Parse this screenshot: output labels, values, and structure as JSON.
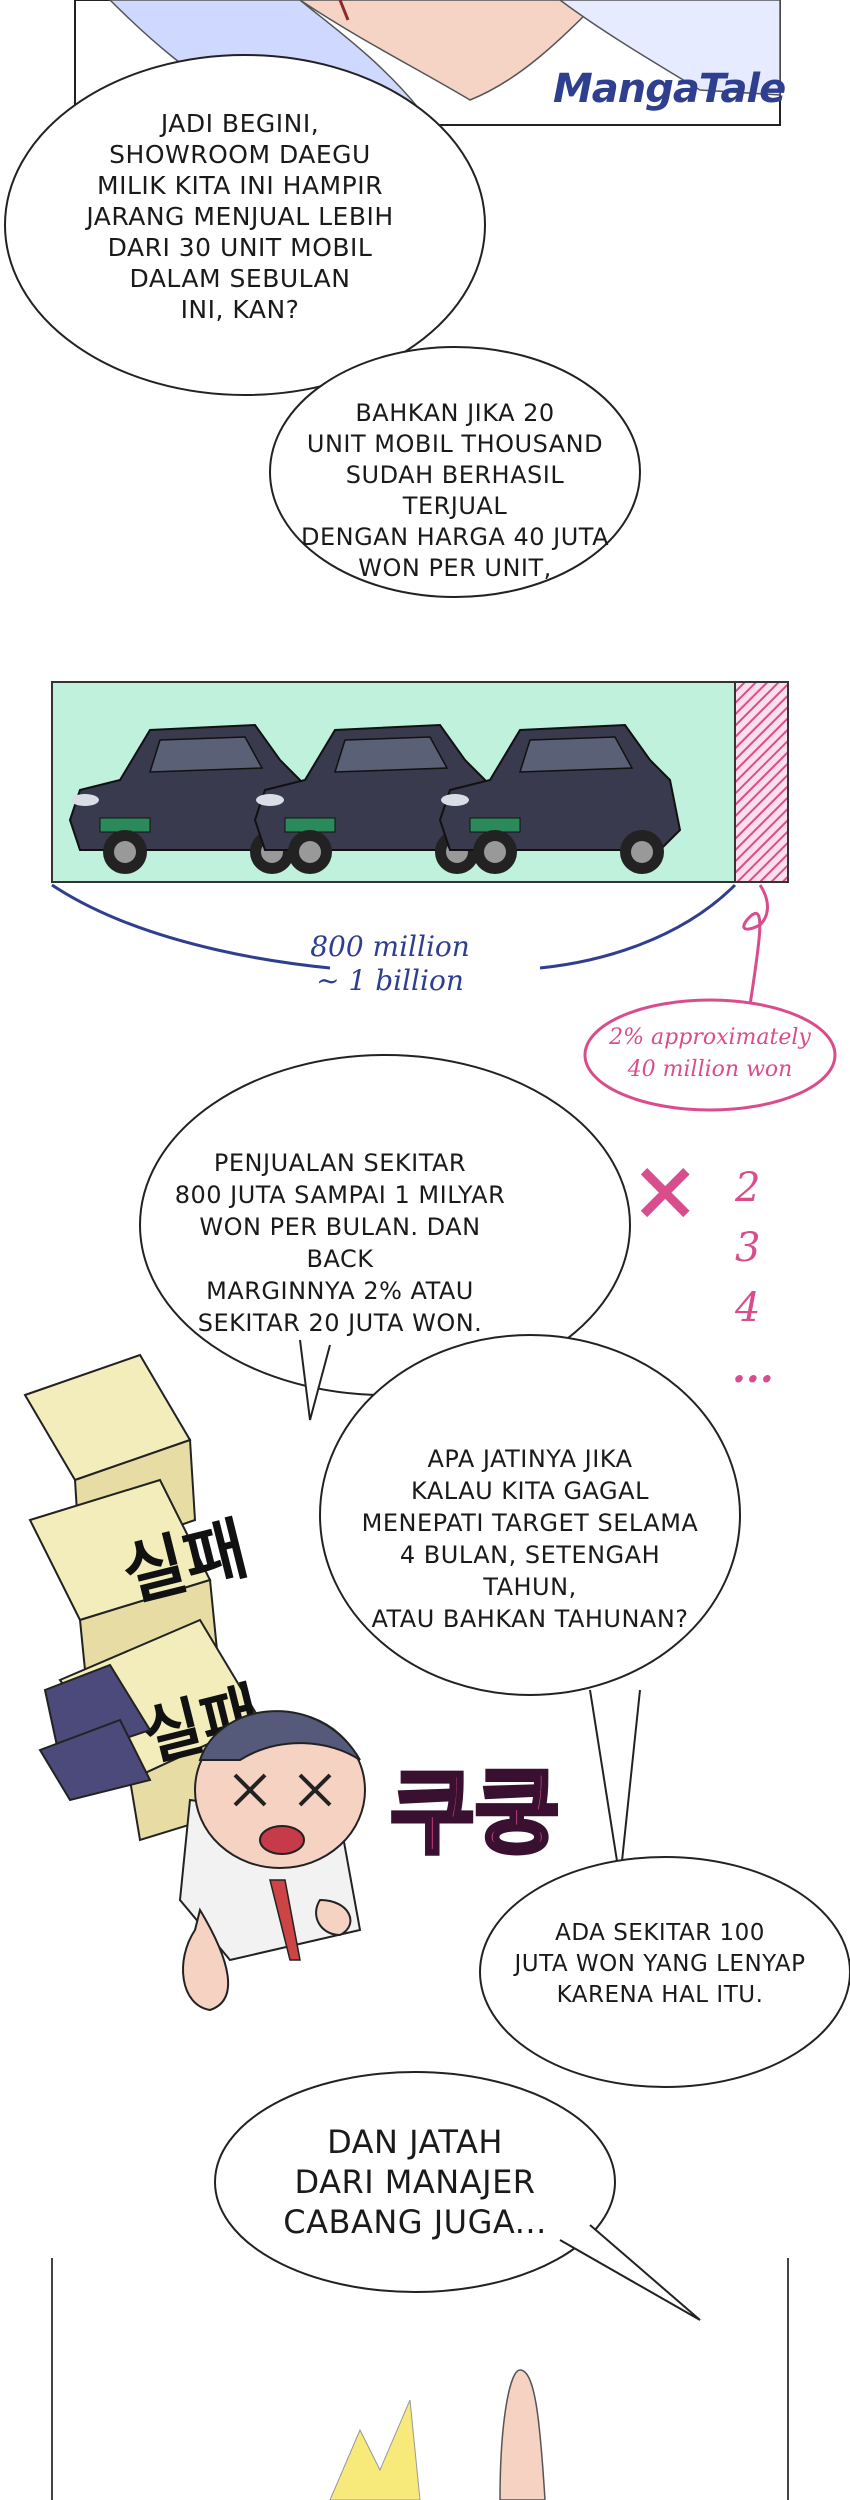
{
  "logo": {
    "text": "MangaTale"
  },
  "bubbles": [
    {
      "text": "JADI BEGINI,\nSHOWROOM DAEGU\nMILIK KITA INI HAMPIR\nJARANG MENJUAL LEBIH\nDARI 30 UNIT MOBIL\nDALAM SEBULAN\nINI, KAN?"
    },
    {
      "text": "BAHKAN JIKA 20\nUNIT MOBIL THOUSAND\nSUDAH BERHASIL TERJUAL\nDENGAN HARGA 40 JUTA\nWON PER UNIT,"
    },
    {
      "text": "PENJUALAN SEKITAR\n800 JUTA SAMPAI 1 MILYAR\nWON PER BULAN. DAN BACK\nMARGINNYA 2% ATAU\nSEKITAR 20 JUTA WON."
    },
    {
      "text": "APA JATINYA JIKA\nKALAU KITA GAGAL\nMENEPATI TARGET SELAMA\n4 BULAN, SETENGAH TAHUN,\nATAU BAHKAN TAHUNAN?"
    },
    {
      "text": "ADA SEKITAR 100\nJUTA WON YANG LENYAP\nKARENA HAL ITU."
    },
    {
      "text": "DAN JATAH\nDARI MANAJER\nCABANG JUGA..."
    }
  ],
  "annotations": {
    "range": "800 million\n~ 1 billion",
    "margin": "2% approximately\n40 million won",
    "multiplier_symbol": "×",
    "multipliers": [
      "2",
      "3",
      "4",
      "..."
    ]
  },
  "colors": {
    "pink": "#d94d8c",
    "navy": "#2f3f8f",
    "mint": "#bff1dc",
    "car": "#3a3a4e"
  }
}
